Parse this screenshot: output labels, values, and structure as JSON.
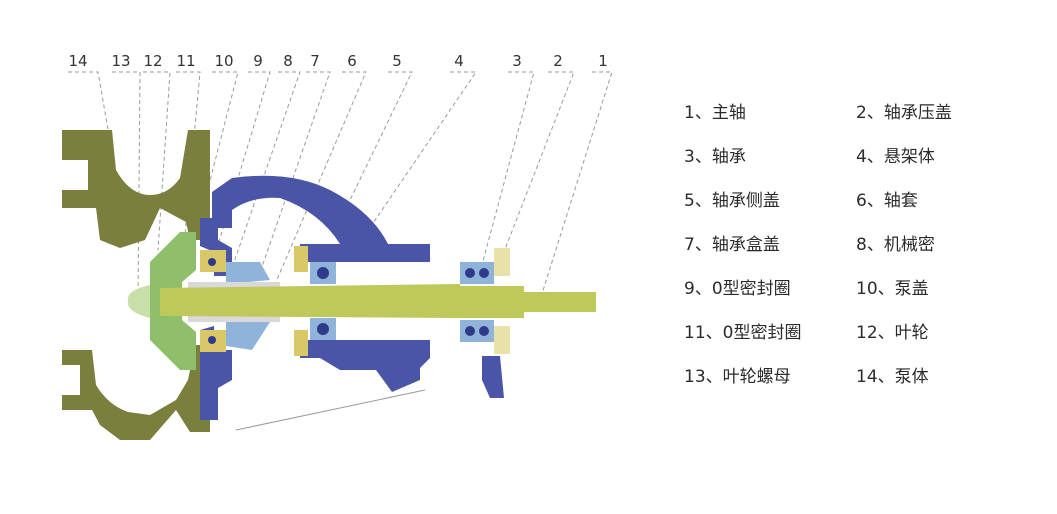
{
  "callouts": [
    "14",
    "13",
    "12",
    "11",
    "10",
    "9",
    "8",
    "7",
    "6",
    "5",
    "4",
    "3",
    "2",
    "1"
  ],
  "legend": [
    "1、主轴",
    "2、轴承压盖",
    "3、轴承",
    "4、悬架体",
    "5、轴承侧盖",
    "6、轴套",
    "7、轴承盒盖",
    "8、机械密",
    "9、0型密封圈",
    "10、泵盖",
    "11、0型密封圈",
    "12、叶轮",
    "13、叶轮螺母",
    "14、泵体"
  ],
  "colors": {
    "pump_body": "#7a7f3e",
    "impeller": "#8fbf6a",
    "shaft": "#bfc85a",
    "bracket": "#4a55a8",
    "bearing_cover": "#8fb3d9",
    "seal": "#d8c868",
    "nut": "#c8e0a8",
    "leader": "#9a9a9a"
  }
}
